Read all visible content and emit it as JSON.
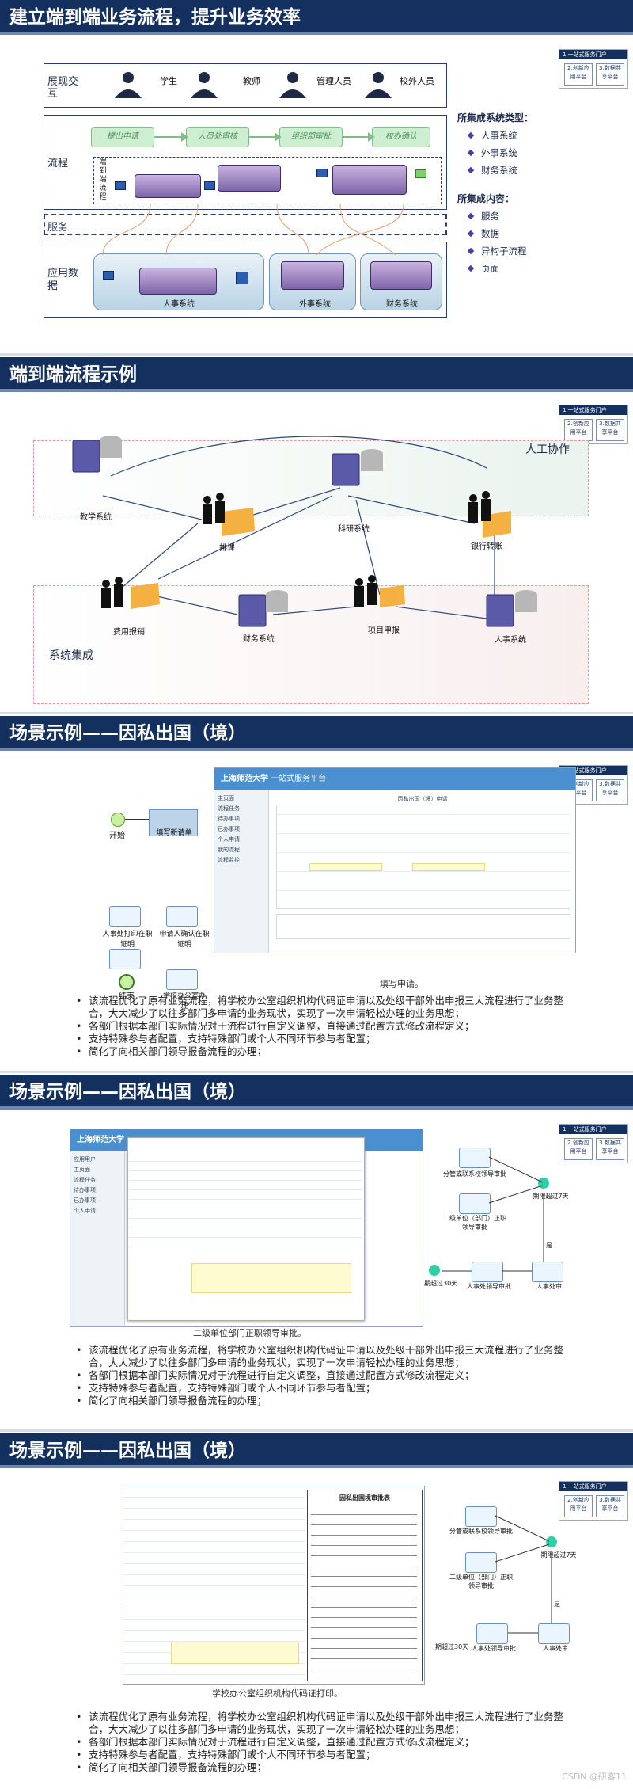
{
  "slides": {
    "s1": {
      "title": "建立端到端业务流程，提升业务效率"
    },
    "s2": {
      "title": "端到端流程示例"
    },
    "s3": {
      "title": "场景示例——因私出国（境）",
      "caption": "填写申请。"
    },
    "s4": {
      "title": "场景示例——因私出国（境）",
      "caption": "二级单位部门正职领导审批。"
    },
    "s5": {
      "title": "场景示例——因私出国（境）",
      "caption": "学校办公室组织机构代码证打印。"
    }
  },
  "ribbon": {
    "header": "1.一站式服务门户",
    "box1": "2.创新应用平台",
    "box2": "3.数据共享平台"
  },
  "diagram1": {
    "layer_labels": {
      "show": "展现交互",
      "flow": "流程",
      "service": "服务",
      "app": "应用数据",
      "e2e": "端到端流程"
    },
    "roles": [
      "学生",
      "教师",
      "管理人员",
      "校外人员"
    ],
    "steps": [
      "提出申请",
      "人员处审核",
      "组织部审批",
      "校办确认"
    ],
    "systems": [
      "人事系统",
      "外事系统",
      "财务系统"
    ],
    "types_title": "所集成系统类型：",
    "types": [
      "人事系统",
      "外事系统",
      "财务系统"
    ],
    "content_title": "所集成内容：",
    "contents": [
      "服务",
      "数据",
      "异构子流程",
      "页面"
    ]
  },
  "diagram2": {
    "manual": "人工协作",
    "integration": "系统集成",
    "nodes": [
      "教学系统",
      "科研系统",
      "银行转账",
      "排课",
      "费用报销",
      "财务系统",
      "项目申报",
      "人事系统"
    ]
  },
  "flow3": {
    "start": "开始",
    "fill": "填写新请单",
    "a1": "人事处打印在职证明",
    "a2": "申请人确认在职证明",
    "end": "结束",
    "office": "学校办公室办理"
  },
  "flow4": {
    "n1": "分管或联系校领导审批",
    "n2": "二级单位（部门）正职领导审批",
    "timeout": "期限超过7天",
    "yes": "是",
    "days30": "期超过30天",
    "n3": "人事处领导审批",
    "n4": "人事处审"
  },
  "portal": {
    "logo": "上海师范大学",
    "platform": "一站式服务平台",
    "user": "应用用户",
    "sidebar": [
      "主页面",
      "流程任务",
      "待办事项",
      "已办事项",
      "个人申请",
      "我的流程",
      "流程监控"
    ],
    "form_title": "因私出国（境）申请",
    "print_title": "因私出国境审批表"
  },
  "bullets": [
    "该流程优化了原有业务流程，将学校办公室组织机构代码证申请以及处级干部外出申报三大流程进行了业务整合，大大减少了以往多部门多申请的业务现状，实现了一次申请轻松办理的业务思想；",
    "各部门根据本部门实际情况对于流程进行自定义调整，直接通过配置方式修改流程定义；",
    "支持特殊参与者配置，支持特殊部门或个人不同环节参与者配置；",
    "简化了向相关部门领导报备流程的办理；"
  ],
  "watermark": "CSDN @研客11"
}
